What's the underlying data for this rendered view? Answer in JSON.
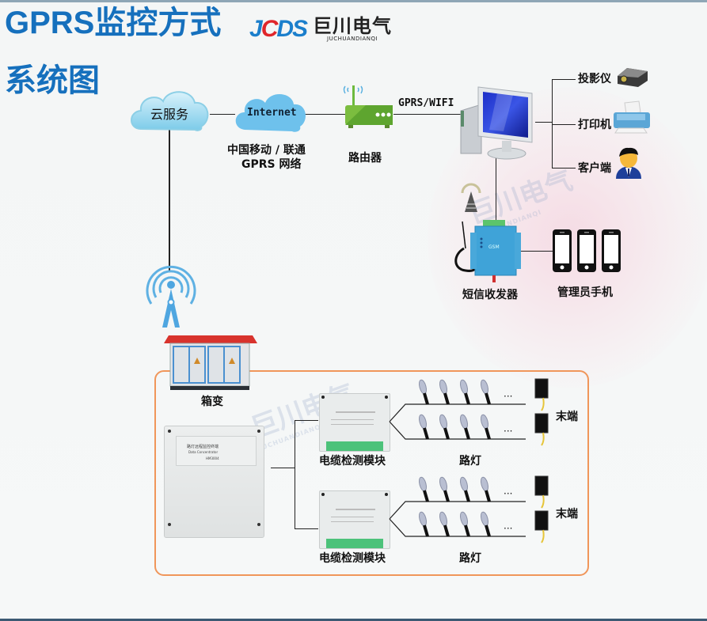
{
  "header": {
    "title_line1": "GPRS监控方式",
    "title_line2": "系统图",
    "logo": {
      "mark": "JCDS",
      "cn": "巨川电气",
      "en": "JUCHUANDIANQI"
    }
  },
  "watermark": {
    "cn": "巨川电气",
    "en": "JUCHUANDIANQI"
  },
  "nodes": {
    "cloud_service": {
      "label": "云服务",
      "icon": "cloud-icon"
    },
    "internet": {
      "label": "Internet",
      "caption_line1": "中国移动 / 联通",
      "caption_line2": "GPRS 网络",
      "icon": "cloud-icon"
    },
    "router": {
      "label": "路由器",
      "icon": "router-icon"
    },
    "link_label": "GPRS/WIFI",
    "computer": {
      "icon": "computer-icon"
    },
    "projector": {
      "label": "投影仪",
      "icon": "projector-icon"
    },
    "printer": {
      "label": "打印机",
      "icon": "printer-icon"
    },
    "client": {
      "label": "客户端",
      "icon": "user-icon"
    },
    "sms_transceiver": {
      "label": "短信收发器",
      "device_text": "GSM",
      "icon": "modem-icon"
    },
    "admin_phones": {
      "label": "管理员手机",
      "count": 3,
      "icon": "phone-icon"
    },
    "tower": {
      "icon": "signal-tower-icon"
    },
    "box_transformer": {
      "label": "箱变",
      "icon": "substation-icon"
    },
    "concentrator": {
      "device_text_line1": "路灯远程监控终端",
      "device_text_line2": "Data Concentrator",
      "device_model": "HM3004",
      "icon": "concentrator-icon"
    },
    "cable_modules": [
      {
        "label": "电缆检测模块"
      },
      {
        "label": "电缆检测模块"
      }
    ],
    "street_lights": [
      {
        "label": "路灯",
        "ellipsis": "···"
      },
      {
        "label": "路灯",
        "ellipsis": "···"
      }
    ],
    "terminals": [
      {
        "label": "末端"
      },
      {
        "label": "末端"
      }
    ]
  },
  "colors": {
    "title": "#1670bd",
    "border": "#f0965a",
    "cloud": "#7cc6ec",
    "router": "#7bbd3f"
  }
}
